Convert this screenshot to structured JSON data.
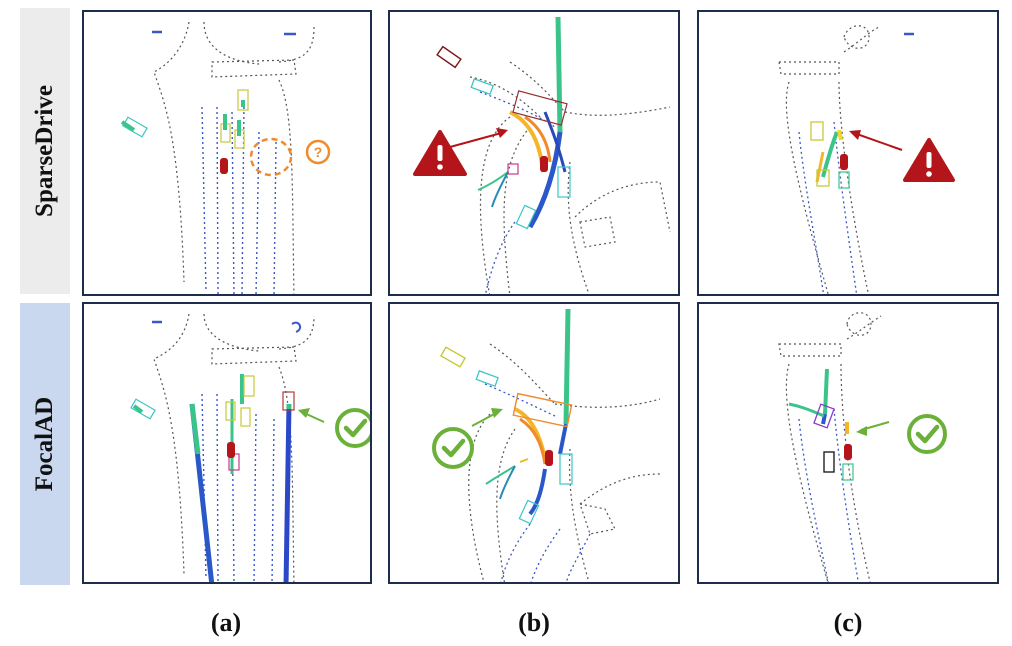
{
  "rows": [
    {
      "label": "SparseDrive"
    },
    {
      "label": "FocalAD"
    }
  ],
  "captions": [
    "(a)",
    "(b)",
    "(c)"
  ],
  "colors": {
    "road": "#555555",
    "lane": "#3a58c8",
    "warning": "#b3151b",
    "success": "#6bb139",
    "question": "#f08a2a",
    "frame": "#1f2d4d"
  }
}
